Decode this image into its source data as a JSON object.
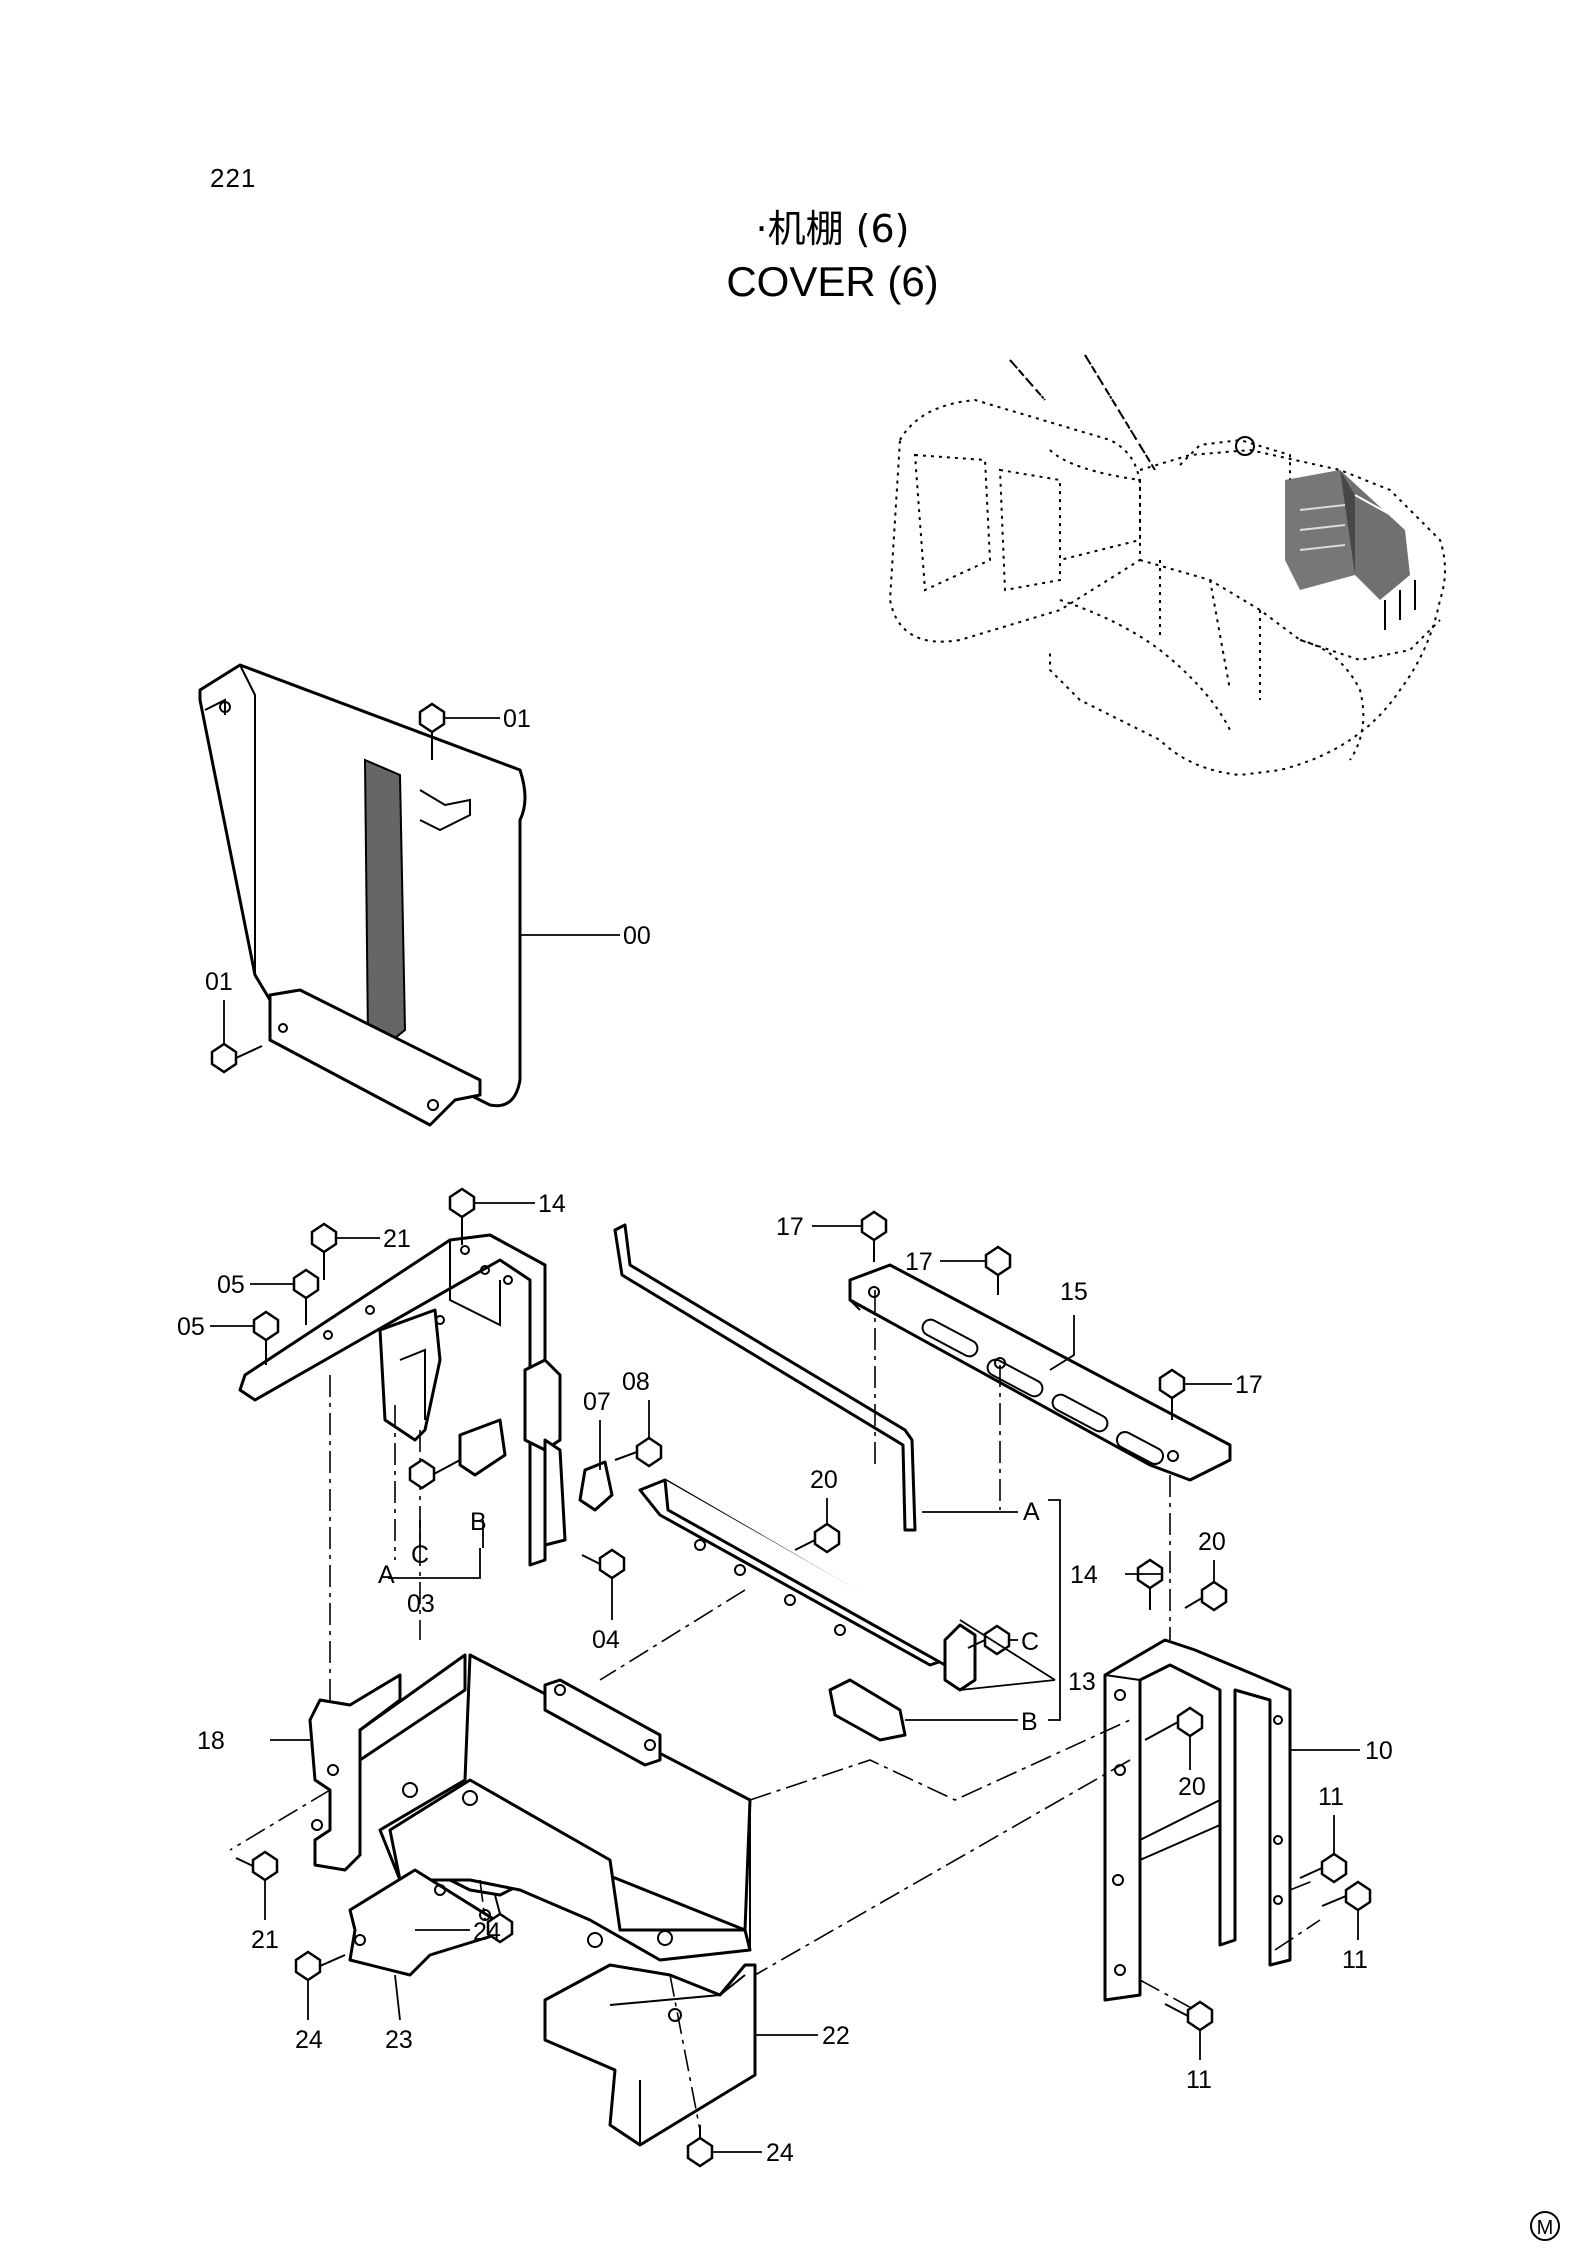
{
  "page_number": "221",
  "title": {
    "chinese": "·机棚  (6)",
    "english": "COVER  (6)"
  },
  "callouts": [
    {
      "label": "01"
    },
    {
      "label": "00"
    },
    {
      "label": "01"
    },
    {
      "label": "14"
    },
    {
      "label": "21"
    },
    {
      "label": "05"
    },
    {
      "label": "05"
    },
    {
      "label": "17"
    },
    {
      "label": "17"
    },
    {
      "label": "15"
    },
    {
      "label": "17"
    },
    {
      "label": "08"
    },
    {
      "label": "07"
    },
    {
      "label": "20"
    },
    {
      "label": "A"
    },
    {
      "label": "B"
    },
    {
      "label": "C"
    },
    {
      "label": "A"
    },
    {
      "label": "03"
    },
    {
      "label": "04"
    },
    {
      "label": "14"
    },
    {
      "label": "20"
    },
    {
      "label": "C"
    },
    {
      "label": "13"
    },
    {
      "label": "B"
    },
    {
      "label": "18"
    },
    {
      "label": "10"
    },
    {
      "label": "20"
    },
    {
      "label": "11"
    },
    {
      "label": "11"
    },
    {
      "label": "21"
    },
    {
      "label": "24"
    },
    {
      "label": "24"
    },
    {
      "label": "23"
    },
    {
      "label": "22"
    },
    {
      "label": "11"
    },
    {
      "label": "24"
    }
  ],
  "footer_mark": "M"
}
